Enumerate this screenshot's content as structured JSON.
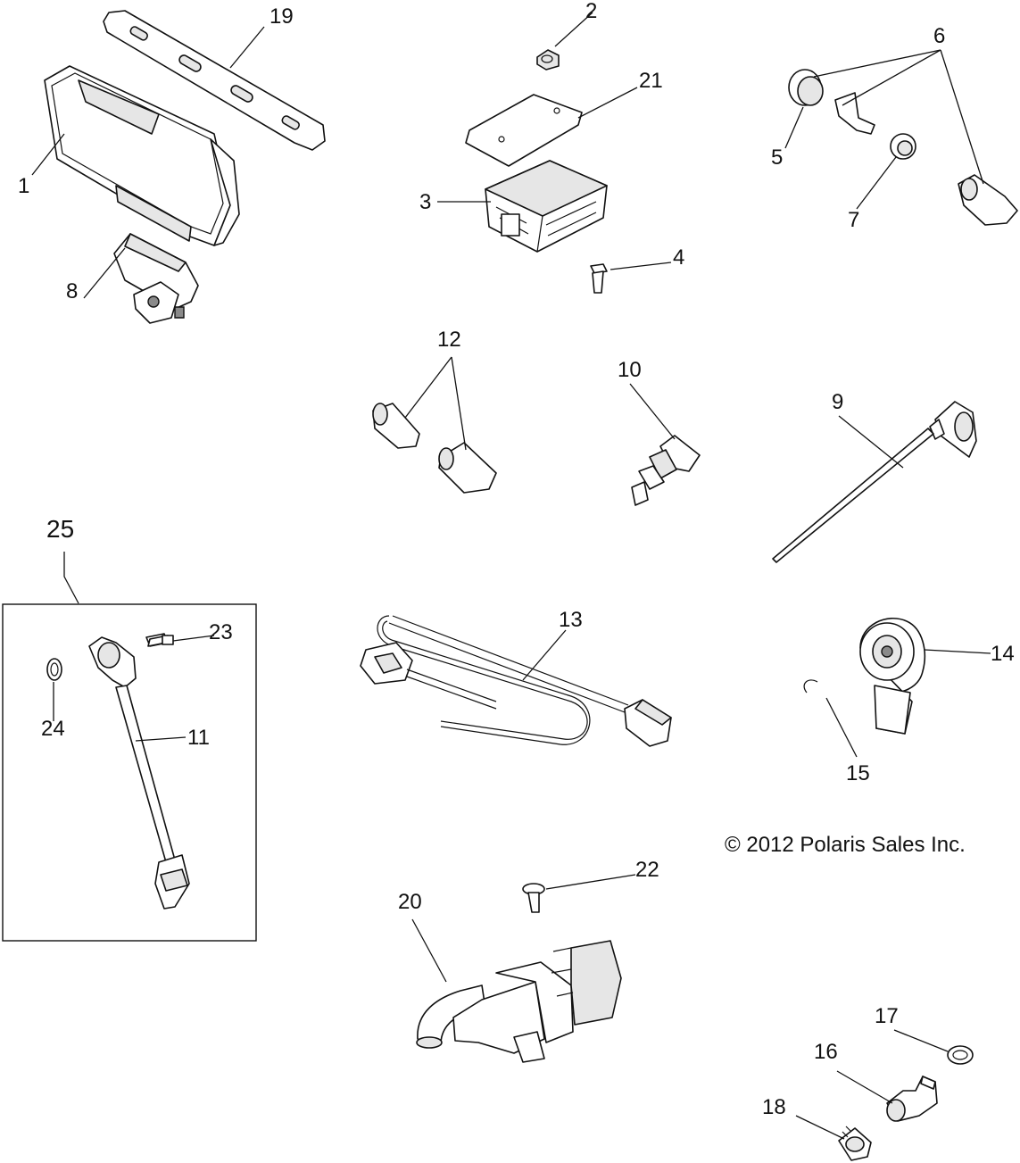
{
  "callouts": {
    "c1": "1",
    "c2": "2",
    "c3": "3",
    "c4": "4",
    "c5": "5",
    "c6": "6",
    "c7": "7",
    "c8": "8",
    "c9": "9",
    "c10": "10",
    "c11": "11",
    "c12": "12",
    "c13": "13",
    "c14": "14",
    "c15": "15",
    "c16": "16",
    "c17": "17",
    "c18": "18",
    "c19": "19",
    "c20": "20",
    "c21": "21",
    "c22": "22",
    "c23": "23",
    "c24": "24",
    "c25": "25"
  },
  "copyright": "© 2012 Polaris Sales Inc."
}
